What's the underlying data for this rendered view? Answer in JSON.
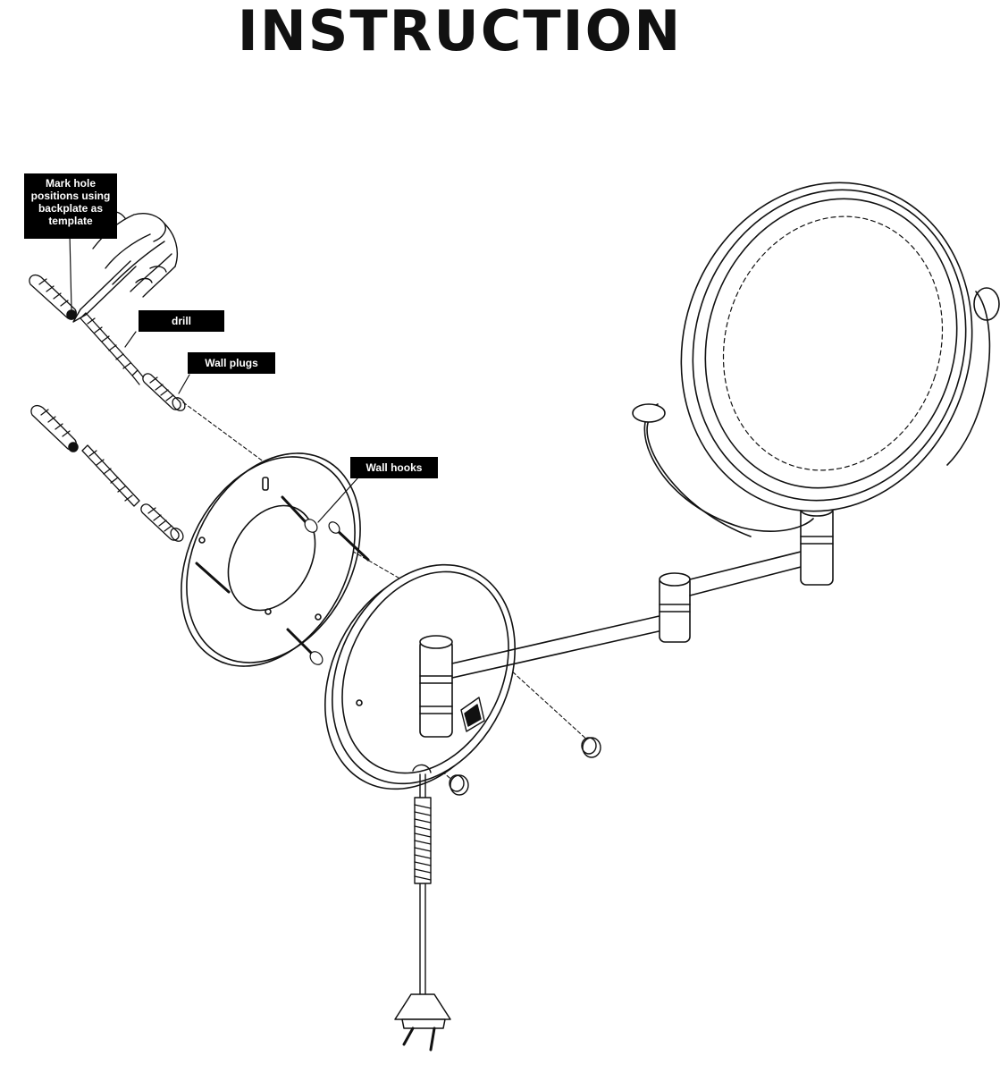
{
  "header": {
    "title": "INSTRUCTION"
  },
  "callouts": {
    "mark_holes": "Mark hole positions using backplate as template",
    "drill": "drill",
    "wall_plugs": "Wall plugs",
    "wall_hooks": "Wall hooks"
  },
  "colors": {
    "ink": "#111111",
    "label_bg": "#000000",
    "label_text": "#ffffff"
  }
}
